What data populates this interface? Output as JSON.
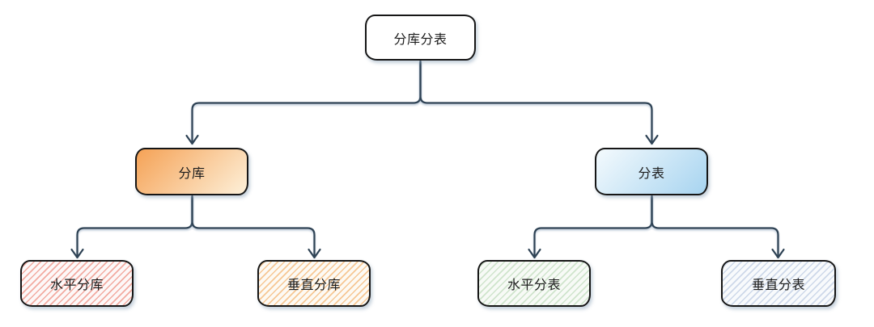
{
  "colors": {
    "connector": "#2e4254",
    "border": "#161616",
    "text": "#1c1c1c",
    "canvas_bg": "#ffffff"
  },
  "nodes": {
    "root": {
      "label": "分库分表",
      "fill": "solid-white",
      "css": {
        "--c1": "#ffffff",
        "--c2": "#ffffff"
      }
    },
    "db": {
      "label": "分库",
      "fill": "orange-gradient",
      "css": {
        "--c1": "#f5a256",
        "--c2": "#fdf0d9"
      }
    },
    "table": {
      "label": "分表",
      "fill": "blue-gradient",
      "css": {
        "--c1": "#f4fafd",
        "--c2": "#a7d4f0"
      }
    },
    "db_h": {
      "label": "水平分库",
      "fill": "pink-hatch",
      "css": {
        "--hbg": "#fdf8f8",
        "--hline": "#f2aba1"
      }
    },
    "db_v": {
      "label": "垂直分库",
      "fill": "peach-hatch",
      "css": {
        "--hbg": "#fdfaf4",
        "--hline": "#f6c794"
      }
    },
    "table_h": {
      "label": "水平分表",
      "fill": "green-hatch",
      "css": {
        "--hbg": "#f7faf6",
        "--hline": "#cfe4cc"
      }
    },
    "table_v": {
      "label": "垂直分表",
      "fill": "lavender-hatch",
      "css": {
        "--hbg": "#f8fafc",
        "--hline": "#cdd8e9"
      }
    }
  },
  "edges": [
    {
      "from": "root",
      "to": "db"
    },
    {
      "from": "root",
      "to": "table"
    },
    {
      "from": "db",
      "to": "db_h"
    },
    {
      "from": "db",
      "to": "db_v"
    },
    {
      "from": "table",
      "to": "table_h"
    },
    {
      "from": "table",
      "to": "table_v"
    }
  ]
}
